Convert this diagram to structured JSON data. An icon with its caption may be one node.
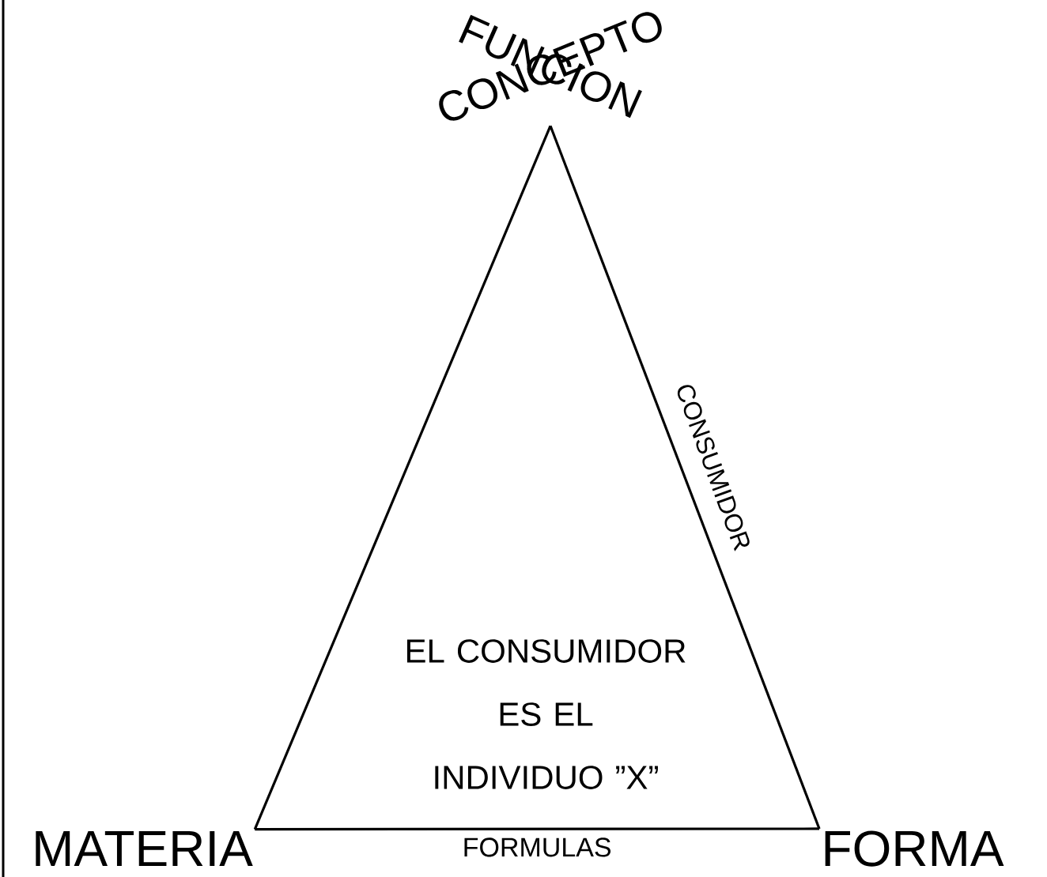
{
  "diagram": {
    "nodes": [
      {
        "text": [
          "CONCEPTO",
          "FUNCION"
        ]
      },
      {
        "text": [
          "MATERIA"
        ]
      },
      {
        "text": [
          "FORMA"
        ]
      }
    ],
    "edges": [
      {
        "from": 0,
        "to": 1,
        "arrow": "none"
      },
      {
        "from": 0,
        "to": 2,
        "arrow": "none",
        "label": "CONSUMIDOR"
      },
      {
        "from": 1,
        "to": 2,
        "arrow": "none",
        "label": "FORMULAS"
      }
    ],
    "labels": [
      "EL CONSUMIDOR ES EL INDIVIDUO ”X”"
    ]
  }
}
